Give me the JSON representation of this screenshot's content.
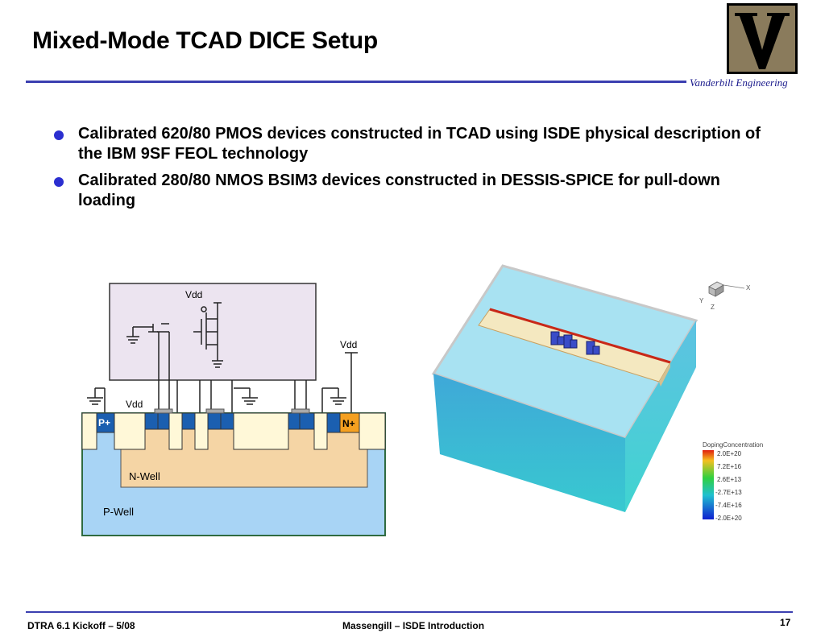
{
  "slide": {
    "title": "Mixed-Mode TCAD DICE Setup",
    "org_label": "Vanderbilt Engineering",
    "bullets": [
      "Calibrated 620/80 PMOS devices constructed in TCAD using ISDE physical description of the IBM 9SF FEOL technology",
      "Calibrated 280/80 NMOS BSIM3 devices constructed in DESSIS-SPICE for pull-down loading"
    ]
  },
  "figure_left": {
    "vdd_circuit": "Vdd",
    "vdd_right": "Vdd",
    "vdd_left": "Vdd",
    "p_plus": "P+",
    "n_plus": "N+",
    "n_well": "N-Well",
    "p_well": "P-Well"
  },
  "figure_right": {
    "axis_x": "X",
    "axis_y": "Y",
    "axis_z": "Z",
    "legend_title": "DopingConcentration",
    "legend_values": [
      "2.0E+20",
      "7.2E+16",
      "2.6E+13",
      "-2.7E+13",
      "-7.4E+16",
      "-2.0E+20"
    ]
  },
  "footer": {
    "left": "DTRA 6.1 Kickoff – 5/08",
    "center": "Massengill – ISDE Introduction",
    "page_number": "17"
  },
  "colors": {
    "accent_line": "#3b3fb0",
    "bullet": "#2b2fd0",
    "logo_bg": "#8a7b5c",
    "n_well": "#f5d5a5",
    "p_well": "#a8d4f5",
    "n_plus": "#f5a020"
  }
}
